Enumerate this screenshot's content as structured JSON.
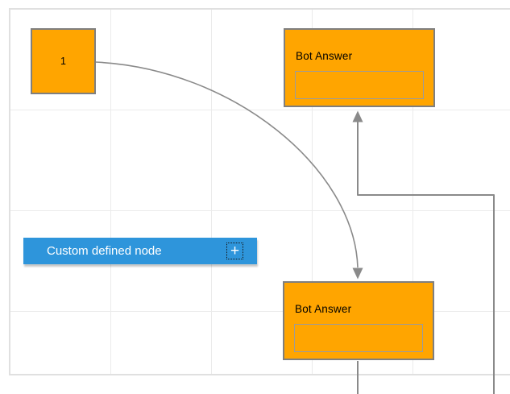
{
  "diagram": {
    "nodes": {
      "start": {
        "label": "1"
      },
      "bot_answer_top": {
        "title": "Bot Answer",
        "answer_value": ""
      },
      "bot_answer_bottom": {
        "title": "Bot Answer",
        "answer_value": ""
      },
      "custom_defined": {
        "label": "Custom defined node",
        "add_port_glyph": "+"
      }
    },
    "connectors": [
      {
        "from": "start",
        "to": "bot_answer_bottom",
        "type": "bezier",
        "arrow": "target"
      },
      {
        "from": "bot_answer_bottom",
        "to": "bot_answer_top",
        "type": "orthogonal",
        "arrow": "target"
      }
    ],
    "colors": {
      "node_fill": "#FFA500",
      "node_border": "#7F7F7F",
      "inner_border": "#9B9B9B",
      "custom_fill": "#2E95DB",
      "custom_text": "#FFFFFF",
      "connector": "#8A8A8A",
      "grid_line": "#EBEBEB",
      "canvas_border": "#E0E0E0",
      "label_text": "#000000"
    }
  }
}
